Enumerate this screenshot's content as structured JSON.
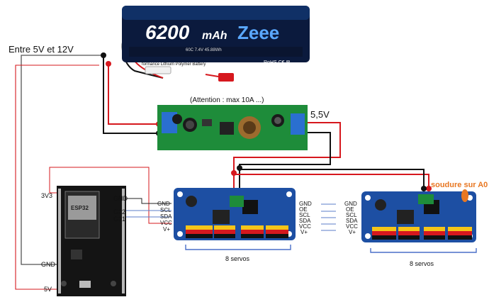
{
  "labels": {
    "input_range": "Entre 5V et 12V",
    "attention": "(Attention : max 10A ...)",
    "output_voltage": "5,5V",
    "solder_note": "soudure sur A0"
  },
  "battery": {
    "capacity": "6200",
    "unit": "mAh",
    "brand": "Zeee",
    "spec": "60C 7.4V 45.88Wh",
    "type": "formance Lithium Polymer Battery",
    "cert": "RoHS C€ ⊠"
  },
  "esp32": {
    "pin_3v3": "3V3",
    "pin_gnd_left": "GND",
    "pin_5v": "5V",
    "pin_gnd_right": "GND",
    "pin_g22": "G22",
    "pin_g21": "G21",
    "chip_text": "ESP32"
  },
  "pca_left": {
    "pins": [
      "GND",
      "SCL",
      "SDA",
      "VCC",
      "V+"
    ],
    "pins_right": [
      "GND",
      "OE",
      "SCL",
      "SDA",
      "VCC",
      "V+"
    ],
    "servo_label": "8 servos"
  },
  "pca_right": {
    "pins": [
      "GND",
      "OE",
      "SCL",
      "SDA",
      "VCC",
      "V+"
    ],
    "servo_label": "8 servos"
  },
  "colors": {
    "red_wire": "#d6181e",
    "black_wire": "#111111",
    "pcb_blue": "#1d4fa3",
    "pcb_green": "#1e8c3a",
    "annotation_orange": "#e87722"
  }
}
